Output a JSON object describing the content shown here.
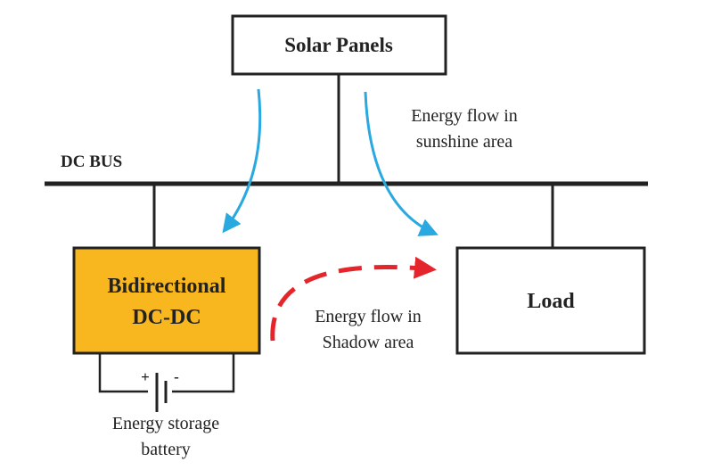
{
  "solar_panels": {
    "label": "Solar Panels"
  },
  "dc_bus": {
    "label": "DC BUS"
  },
  "converter": {
    "line1": "Bidirectional",
    "line2": "DC-DC"
  },
  "load": {
    "label": "Load"
  },
  "battery": {
    "caption_line1": "Energy storage",
    "caption_line2": "battery",
    "plus": "+",
    "minus": "-"
  },
  "sunshine_flow": {
    "line1": "Energy flow in",
    "line2": "sunshine area"
  },
  "shadow_flow": {
    "line1": "Energy flow in",
    "line2": "Shadow area"
  },
  "colors": {
    "converter_fill": "#F8B71E",
    "sunshine_arrow": "#2AA9E0",
    "shadow_arrow": "#E4262C",
    "line": "#222222"
  }
}
